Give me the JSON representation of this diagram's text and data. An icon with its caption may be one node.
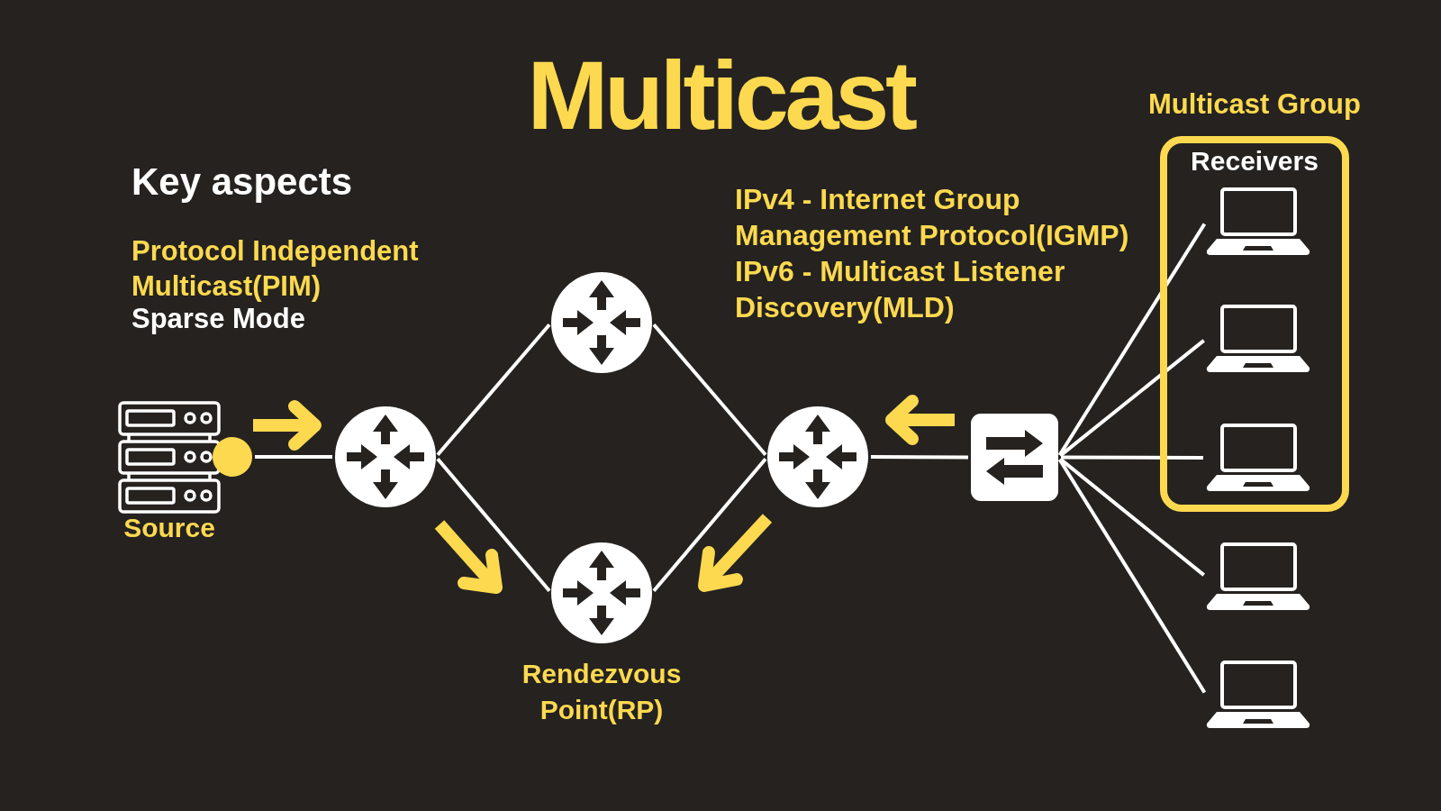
{
  "diagram": {
    "title": "Multicast",
    "nodes": [
      {
        "text": [],
        "shape": "picture",
        "beside": [
          "Source"
        ]
      },
      {
        "text": [],
        "shape": "circle"
      },
      {
        "text": [],
        "shape": "circle"
      },
      {
        "text": [],
        "shape": "circle"
      },
      {
        "text": [],
        "shape": "circle",
        "beside": [
          "Rendezvous Point(RP)"
        ]
      },
      {
        "text": [],
        "shape": "circle"
      },
      {
        "text": [],
        "shape": "box"
      },
      {
        "text": [
          "Multicast Group",
          "Receivers"
        ]
      },
      {
        "text": [],
        "shape": "picture",
        "in": 7
      },
      {
        "text": [],
        "shape": "picture",
        "in": 7
      },
      {
        "text": [],
        "shape": "picture",
        "in": 7
      },
      {
        "text": [],
        "shape": "picture"
      },
      {
        "text": [],
        "shape": "picture"
      }
    ],
    "edges": [
      {
        "from": 1,
        "to": 2,
        "arrow": "none"
      },
      {
        "from": 2,
        "to": 3,
        "arrow": "none"
      },
      {
        "from": 2,
        "to": 4,
        "arrow": "none"
      },
      {
        "from": 3,
        "to": 5,
        "arrow": "none"
      },
      {
        "from": 4,
        "to": 5,
        "arrow": "none"
      },
      {
        "from": 5,
        "to": 6,
        "arrow": "none"
      },
      {
        "from": 6,
        "to": 8,
        "arrow": "none"
      },
      {
        "from": 6,
        "to": 9,
        "arrow": "none"
      },
      {
        "from": 6,
        "to": 10,
        "arrow": "none"
      },
      {
        "from": 6,
        "to": 11,
        "arrow": "none"
      },
      {
        "from": 6,
        "to": 12,
        "arrow": "none"
      }
    ],
    "labels": [
      "Key aspects",
      "Protocol Independent Multicast(PIM)",
      "Sparse Mode",
      "IPv4 - Internet Group Management Protocol(IGMP)",
      "IPv6 - Multicast Listener Discovery(MLD)"
    ]
  }
}
